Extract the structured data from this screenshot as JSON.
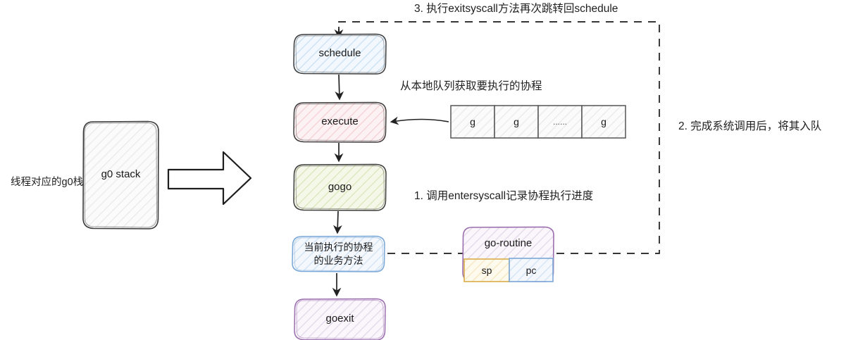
{
  "diagram": {
    "title_note": "3. 执行exitsyscall方法再次跳转回schedule",
    "annotations": {
      "queue_note": "从本地队列获取要执行的协程",
      "entersyscall_note": "1. 调用entersyscall记录协程执行进度",
      "enqueue_note": "2. 完成系统调用后，将其入队",
      "g0_stack_note": "线程对应的g0栈"
    },
    "left": {
      "g0_stack_label": "g0 stack"
    },
    "flow_nodes": [
      {
        "id": "schedule",
        "label": "schedule",
        "stroke": "#3d3d3d",
        "fill": "#eaf3fb"
      },
      {
        "id": "execute",
        "label": "execute",
        "stroke": "#3d3d3d",
        "fill": "#fbe9eb"
      },
      {
        "id": "gogo",
        "label": "gogo",
        "stroke": "#3d3d3d",
        "fill": "#eef4dd"
      },
      {
        "id": "current-goroutine",
        "label": "当前执行的协程\n的业务方法",
        "stroke": "#7ba7d7",
        "fill": "#eaf3fb"
      },
      {
        "id": "goexit",
        "label": "goexit",
        "stroke": "#9b6fae",
        "fill": "#f6eff7"
      }
    ],
    "queue": {
      "cells": [
        "g",
        "g",
        "......",
        "g"
      ],
      "stroke": "#555555",
      "fill": "#fafafa"
    },
    "goroutine": {
      "title": "go-routine",
      "stroke": "#9b6fae",
      "fill": "#f6eff7",
      "fields": [
        {
          "label": "sp",
          "stroke": "#d9ad4a",
          "fill": "#fdf6e3"
        },
        {
          "label": "pc",
          "stroke": "#7ba7d7",
          "fill": "#eef4fb"
        }
      ]
    },
    "colors": {
      "dashed_stroke": "#1a1a1a",
      "arrow_stroke": "#222222",
      "background": "#ffffff"
    }
  }
}
